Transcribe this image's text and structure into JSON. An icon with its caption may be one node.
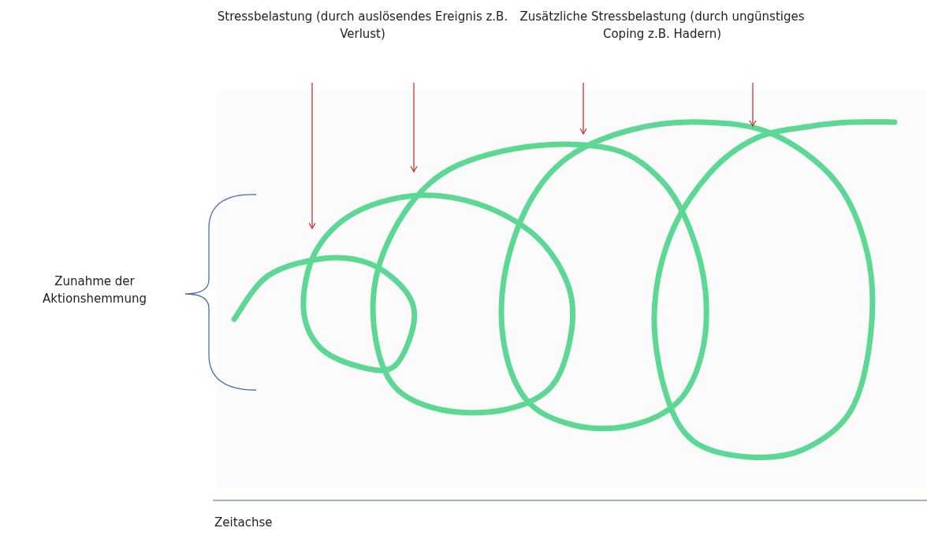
{
  "diagram": {
    "labels": [
      "Stressbelastung (durch auslösendes Ereignis z.B. Verlust)",
      "Zusätzliche Stressbelastung (durch ungünstiges Coping z.B. Hadern)",
      "Zunahme der Aktionshemmung",
      "Zeitachse"
    ]
  }
}
